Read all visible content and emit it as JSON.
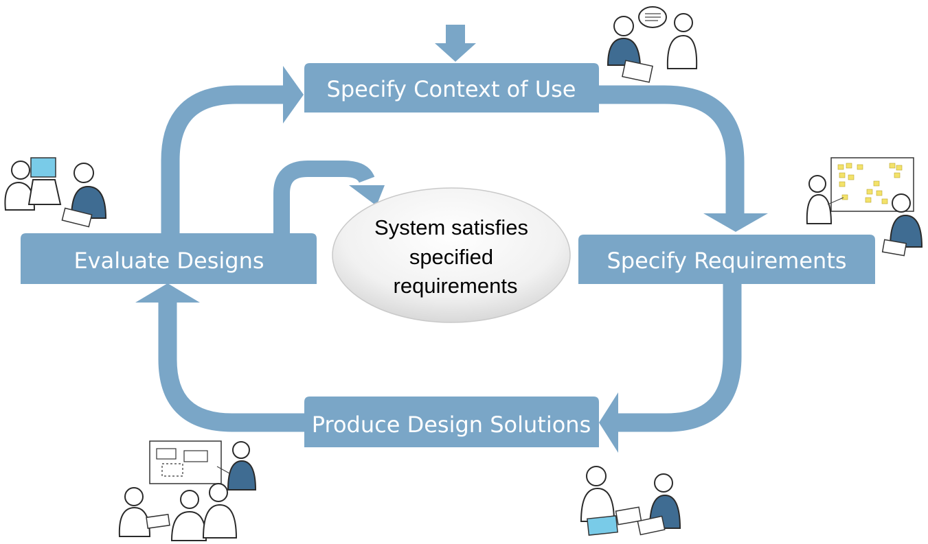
{
  "stages": {
    "context": "Specify Context of Use",
    "requirements": "Specify Requirements",
    "solutions": "Produce Design Solutions",
    "evaluate": "Evaluate Designs"
  },
  "center": {
    "line1": "System satisfies",
    "line2": "specified",
    "line3": "requirements"
  },
  "colors": {
    "process_blue": "#7aa6c7",
    "person_blue": "#3f6c92",
    "sticky_yellow": "#f3e26a",
    "screen_cyan": "#79cbe8"
  }
}
